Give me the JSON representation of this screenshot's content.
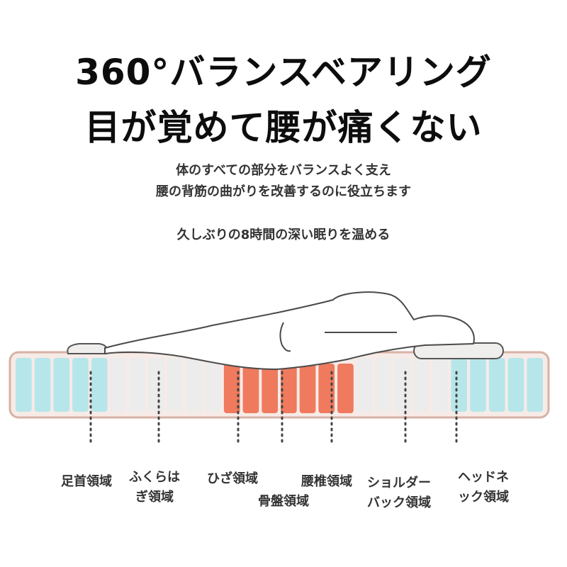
{
  "headline": {
    "line1": "360°バランスベアリング",
    "line2": "目が覚めて腰が痛くない"
  },
  "subtitle": {
    "line1": "体のすべての部分をバランスよく支え",
    "line2": "腰の背筋の曲がりを改善するのに役立ちます",
    "line3": "久しぶりの8時間の深い眠りを温める"
  },
  "colors": {
    "cyan": "#b6e6ea",
    "white_coil": "#ececec",
    "orange": "#ef7a5e",
    "mattress_border": "#d7b2a6",
    "mattress_fill": "#f7ebe7"
  },
  "coil_groups": [
    {
      "color": "cyan",
      "count": 5
    },
    {
      "color": "white_coil",
      "count": 6
    },
    {
      "color": "orange",
      "count": 7
    },
    {
      "color": "white_coil",
      "count": 5
    },
    {
      "color": "cyan",
      "count": 5
    }
  ],
  "zones": {
    "foot": "足首領域",
    "calf_line1": "ふくらは",
    "calf_line2": "ぎ領域",
    "knee": "ひざ領域",
    "pelvis": "骨盤領域",
    "lumbar": "腰椎領域",
    "shoulder_line1": "ショルダー",
    "shoulder_line2": "バック領域",
    "headneck_line1": "ヘッドネ",
    "headneck_line2": "ック領域"
  }
}
